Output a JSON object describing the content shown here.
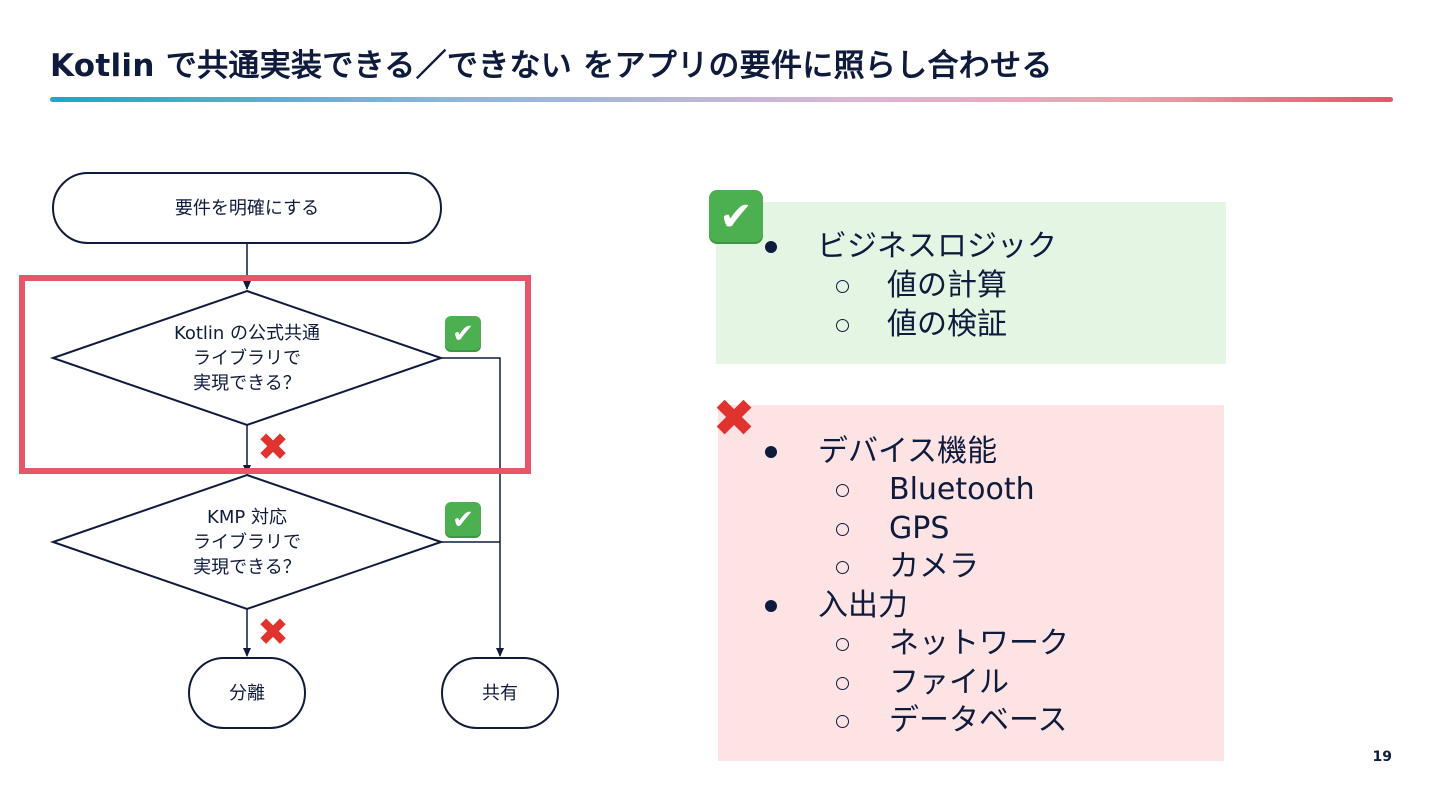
{
  "slide": {
    "title": "Kotlin で共通実装できる／できない をアプリの要件に照らし合わせる",
    "page_number": "19"
  },
  "flowchart": {
    "start": "要件を明確にする",
    "decision1": "Kotlin の公式共通\nライブラリで\n実現できる？",
    "decision2": "KMP 対応\nライブラリで\n実現できる？",
    "end_separate": "分離",
    "end_share": "共有",
    "yes_marker": "✔",
    "no_marker": "✖",
    "highlight_color": "#e8566a"
  },
  "panels": {
    "shareable": {
      "items": [
        {
          "label": "ビジネスロジック",
          "children": [
            "値の計算",
            "値の検証"
          ]
        }
      ]
    },
    "not_shareable": {
      "items": [
        {
          "label": "デバイス機能",
          "children": [
            "Bluetooth",
            "GPS",
            "カメラ"
          ]
        },
        {
          "label": "入出力",
          "children": [
            "ネットワーク",
            "ファイル",
            "データベース"
          ]
        }
      ]
    }
  }
}
